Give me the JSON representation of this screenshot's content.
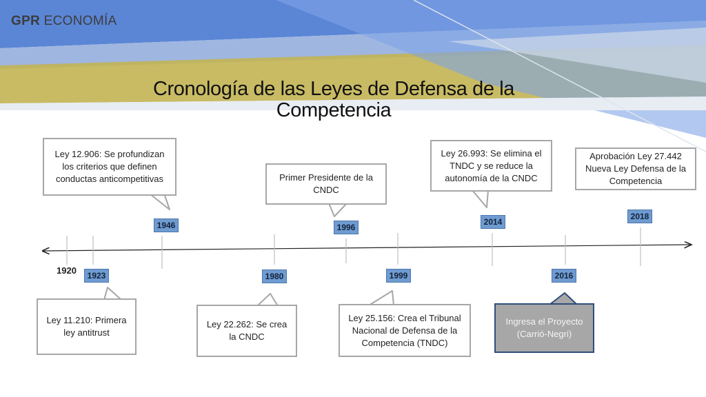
{
  "header": {
    "brand_strong": "GPR",
    "brand_rest": "ECONOMÍA"
  },
  "slide": {
    "title": "Cronología de las Leyes de Defensa de la Competencia"
  },
  "timeline": {
    "start_label": "1920",
    "years": [
      "1923",
      "1946",
      "1980",
      "1996",
      "1999",
      "2014",
      "2016",
      "2018"
    ],
    "events": [
      {
        "year": "1923",
        "text": "Ley 11.210: Primera ley antitrust"
      },
      {
        "year": "1946",
        "text": "Ley 12.906: Se profundizan los criterios que definen conductas anticompetitivas"
      },
      {
        "year": "1980",
        "text": "Ley 22.262: Se crea la CNDC"
      },
      {
        "year": "1996",
        "text": "Primer Presidente de la CNDC"
      },
      {
        "year": "1999",
        "text": "Ley 25.156: Crea el Tribunal Nacional de Defensa de la Competencia (TNDC)"
      },
      {
        "year": "2014",
        "text": "Ley 26.993: Se elimina el TNDC y se reduce la autonomía de la CNDC"
      },
      {
        "year": "2016",
        "text": "Ingresa el Proyecto (Carrió-Negri)"
      },
      {
        "year": "2018",
        "text": "Aprobación Ley 27.442 Nueva Ley Defensa de la Competencia"
      }
    ]
  },
  "colors": {
    "year_box": "#6f9bd1",
    "callout_border": "#a6a6a6",
    "highlight_fill": "#a7a7a7",
    "highlight_border": "#2e4d7a"
  }
}
